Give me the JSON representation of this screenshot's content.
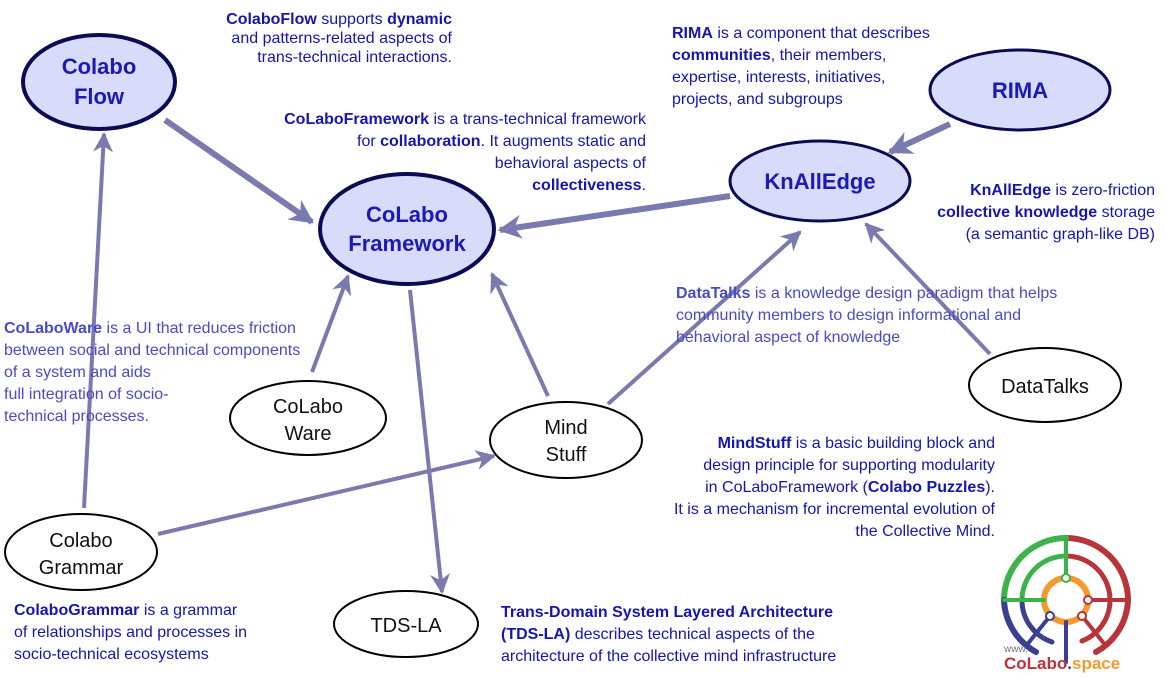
{
  "nodes": {
    "colabo_flow": {
      "line1": "Colabo",
      "line2": "Flow"
    },
    "colabo_framework": {
      "line1": "CoLabo",
      "line2": "Framework"
    },
    "knalledge": {
      "label": "KnAllEdge"
    },
    "rima": {
      "label": "RIMA"
    },
    "colabo_ware": {
      "line1": "CoLabo",
      "line2": "Ware"
    },
    "mind_stuff": {
      "line1": "Mind",
      "line2": "Stuff"
    },
    "datatalks": {
      "label": "DataTalks"
    },
    "colabo_grammar": {
      "line1": "Colabo",
      "line2": "Grammar"
    },
    "tds_la": {
      "label": "TDS-LA"
    }
  },
  "notes": {
    "colaboflow": {
      "l1a": "ColaboFlow",
      "l1b": " supports ",
      "l1c": "dynamic",
      "l2": "and patterns-related aspects of",
      "l3": "trans-technical interactions."
    },
    "framework": {
      "l1a": "CoLaboFramework",
      "l1b": " is a trans-technical framework",
      "l2a": "for ",
      "l2b": "collaboration",
      "l2c": ". It augments static and",
      "l3": "behavioral aspects of",
      "l4a": "collectiveness",
      "l4b": "."
    },
    "rima": {
      "l1a": "RIMA",
      "l1b": " is a component that describes",
      "l2a": "communities",
      "l2b": ", their members,",
      "l3": "expertise, interests, initiatives,",
      "l4": "projects, and subgroups"
    },
    "knalledge": {
      "l1a": "KnAllEdge",
      "l1b": " is zero-friction",
      "l2a": "collective knowledge",
      "l2b": " storage",
      "l3": "(a semantic graph-like DB)"
    },
    "datatalks": {
      "l1a": "DataTalks",
      "l1b": " is a knowledge design paradigm that helps",
      "l2": "community members to design informational and",
      "l3": "behavioral aspect of knowledge"
    },
    "colaboware": {
      "l1a": "CoLaboWare",
      "l1b": " is a UI that reduces friction",
      "l2": "between social and technical components",
      "l3": "of a system and aids",
      "l4": "full integration of socio-",
      "l5": "technical processes."
    },
    "mindstuff": {
      "l1a": "MindStuff",
      "l1b": " is a basic building block and",
      "l2": "design principle for supporting modularity",
      "l3a": "in CoLaboFramework (",
      "l3b": "Colabo Puzzles",
      "l3c": ").",
      "l4": "It is a mechanism for incremental evolution of",
      "l5": "the Collective Mind."
    },
    "grammar": {
      "l1a": "ColaboGrammar",
      "l1b": " is a grammar",
      "l2": "of relationships and processes in",
      "l3": "socio-technical ecosystems"
    },
    "tdsla": {
      "l1": "Trans-Domain System Layered Architecture",
      "l2a": "(TDS-LA)",
      "l2b": " describes technical aspects of the",
      "l3": "architecture of the collective mind infrastructure"
    }
  },
  "logo": {
    "www": "www.",
    "part1": "CoLabo",
    "part2": ".",
    "part3": "space"
  },
  "colors": {
    "node_fill": "#d9dbfa",
    "node_stroke": "#0b0b55",
    "node_label": "#1a1ab8",
    "edge": "#7a7aae",
    "note_text": "#1515b0",
    "logo_red": "#b8333a",
    "logo_green": "#3bb34a",
    "logo_blue": "#3a3f8f",
    "logo_orange": "#f29a2e"
  }
}
